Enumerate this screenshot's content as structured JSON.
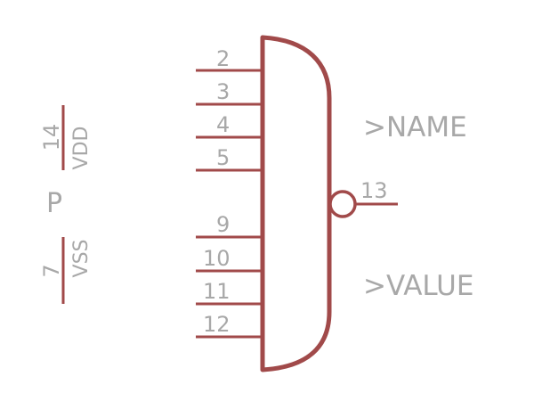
{
  "colors": {
    "symbol": "#a14a4a",
    "text": "#a8a8a8",
    "background": "#ffffff"
  },
  "gate": {
    "input_pins": [
      "2",
      "3",
      "4",
      "5",
      "9",
      "10",
      "11",
      "12"
    ],
    "output_pin": "13",
    "name_placeholder": ">NAME",
    "value_placeholder": ">VALUE"
  },
  "power": {
    "part_label": "P",
    "vdd": {
      "pin": "14",
      "label": "VDD"
    },
    "vss": {
      "pin": "7",
      "label": "VSS"
    }
  }
}
